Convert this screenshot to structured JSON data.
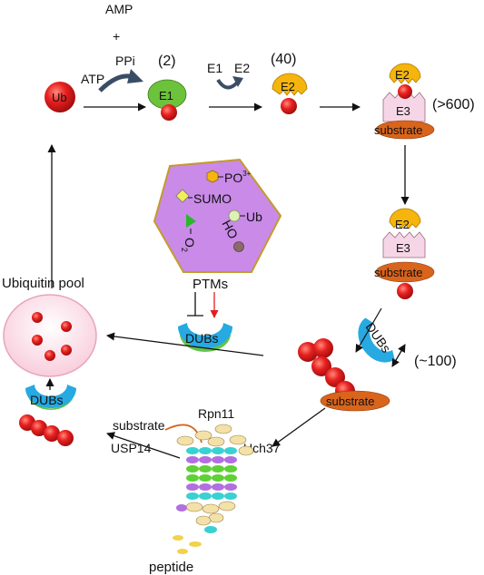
{
  "labels": {
    "amp": "AMP",
    "plus": "+",
    "ppi": "PPi",
    "atp": "ATP",
    "ub": "Ub",
    "e1": "E1",
    "e1_count": "(2)",
    "e1_reaction": "E1",
    "e2_reaction": "E2",
    "e2": "E2",
    "e2_count": "(40)",
    "e3": "E3",
    "e3_count": "(>600)",
    "substrate": "substrate",
    "po3": "PO",
    "po3_sup": "3+",
    "sumo": "SUMO",
    "ptm_ub": "Ub",
    "ho": "HO",
    "o2": "O",
    "o2_sub": "2",
    "ptms": "PTMs",
    "dubs": "DUBs",
    "dubs_count": "(~100)",
    "ubiquitin_pool": "Ubiquitin pool",
    "rpn11": "Rpn11",
    "usp14": "USP14",
    "uch37": "Uch37",
    "peptide": "peptide"
  },
  "colors": {
    "ub_red": "#e01818",
    "e1_green": "#6cc23a",
    "e2_orange": "#f5b50c",
    "e3_pink": "#f6d6e6",
    "substrate_brown": "#d9641c",
    "ptm_purple": "#c98ae8",
    "dub_blue": "#27a9e1",
    "pool_pink": "#fde6ee",
    "inhibit_red": "#e02020"
  }
}
